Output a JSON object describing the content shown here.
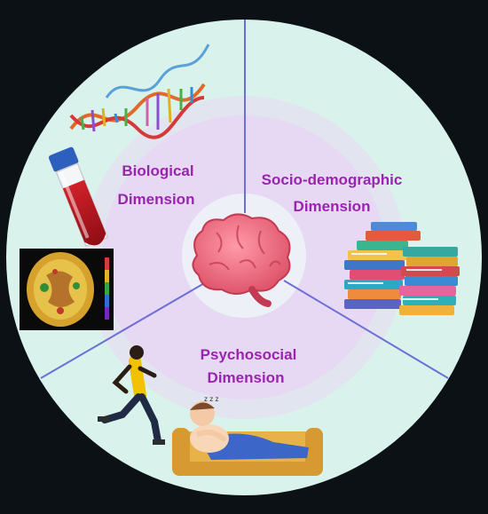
{
  "colors": {
    "background": "#0c1116",
    "outer_ring": "#d9f3ec",
    "inner_circle": "#ead9f3",
    "divider_lines": "#6c6fd6",
    "label_text": "#9a24b0"
  },
  "sections": [
    {
      "id": "biological",
      "line1": "Biological",
      "line2": "Dimension",
      "icons": [
        "dna-icon",
        "blood-test-tube-icon",
        "brain-scan-icon"
      ]
    },
    {
      "id": "socio-demographic",
      "line1": "Socio-demographic",
      "line2": "Dimension",
      "icons": [
        "book-stack-icon"
      ]
    },
    {
      "id": "psychosocial",
      "line1": "Psychosocial",
      "line2": "Dimension",
      "icons": [
        "runner-icon",
        "person-relaxing-on-sofa-icon"
      ]
    }
  ],
  "center": {
    "icon": "brain-icon"
  },
  "sleep_text": "z z z"
}
